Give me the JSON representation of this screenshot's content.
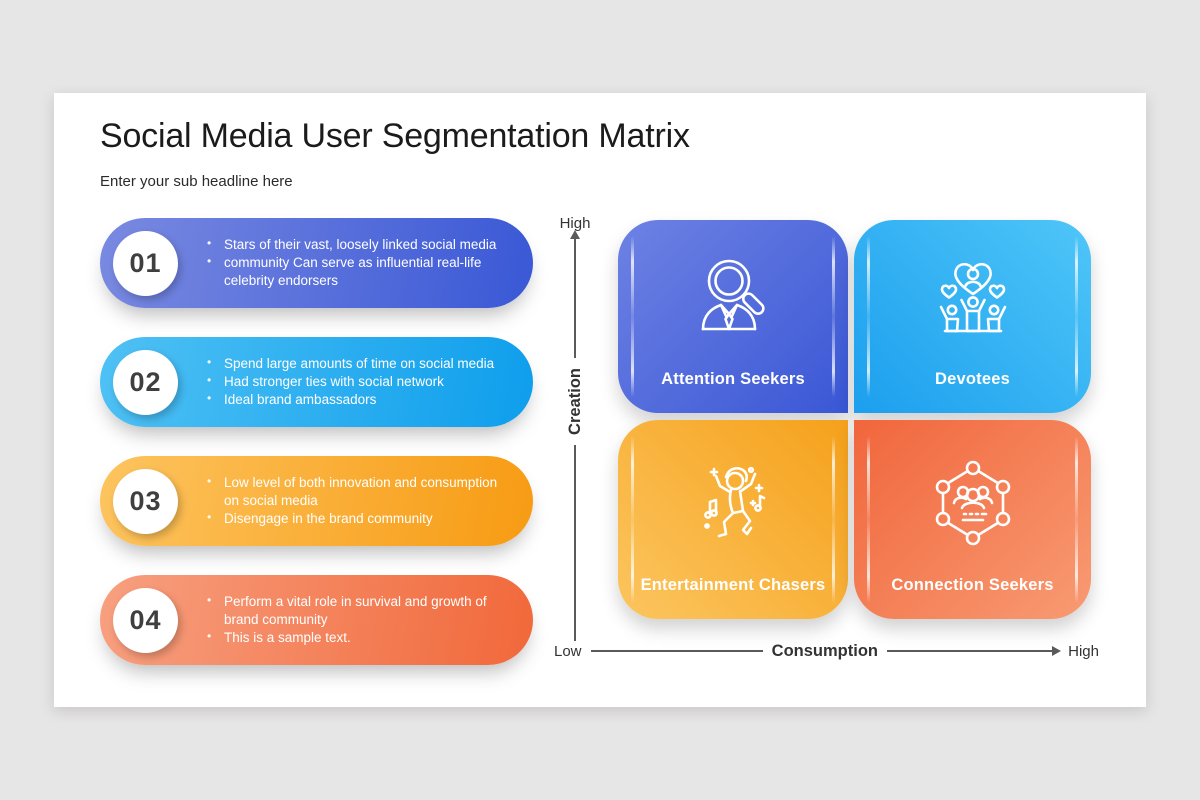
{
  "slide": {
    "title": "Social Media User Segmentation Matrix",
    "subtitle": "Enter your sub headline here"
  },
  "list_items": [
    {
      "number": "01",
      "from": "#7A8AE1",
      "to": "#3A58D6",
      "bullets": [
        "Stars of their vast, loosely linked social media",
        "community Can serve as influential real-life celebrity endorsers"
      ]
    },
    {
      "number": "02",
      "from": "#4FC1F4",
      "to": "#0E9EEC",
      "bullets": [
        "Spend large amounts of time on social media",
        "Had stronger ties with social network",
        "Ideal brand ambassadors"
      ]
    },
    {
      "number": "03",
      "from": "#FDC45F",
      "to": "#F79B13",
      "bullets": [
        "Low level of both innovation and consumption on social media",
        "Disengage in the brand community"
      ]
    },
    {
      "number": "04",
      "from": "#F7A080",
      "to": "#F1683A",
      "bullets": [
        "Perform a vital role in survival and growth of brand community",
        "This is a sample text."
      ]
    }
  ],
  "matrix": {
    "quadrants": [
      {
        "position": "top-left",
        "label": "Attention Seekers",
        "icon": "magnifier-person-icon",
        "from": "#6E82E4",
        "to": "#3A57D5"
      },
      {
        "position": "top-right",
        "label": "Devotees",
        "icon": "devotees-hearts-icon",
        "from": "#4FC6F8",
        "to": "#1C9FEE"
      },
      {
        "position": "bottom-left",
        "label": "Entertainment Chasers",
        "icon": "dancing-person-icon",
        "from": "#FCC55F",
        "to": "#F5A11B"
      },
      {
        "position": "bottom-right",
        "label": "Connection Seekers",
        "icon": "network-group-icon",
        "from": "#F1663C",
        "to": "#F89B73"
      }
    ],
    "y_axis": {
      "label": "Creation",
      "top_label": "High"
    },
    "x_axis": {
      "label": "Consumption",
      "right_label": "High"
    },
    "origin_label": "Low"
  },
  "colors": {
    "page_background": "#E7E6E6",
    "slide_background": "#FFFFFF",
    "axis": "#5A5A5A",
    "number_text": "#3F3F3F",
    "icon_stroke": "#FFFFFF"
  }
}
